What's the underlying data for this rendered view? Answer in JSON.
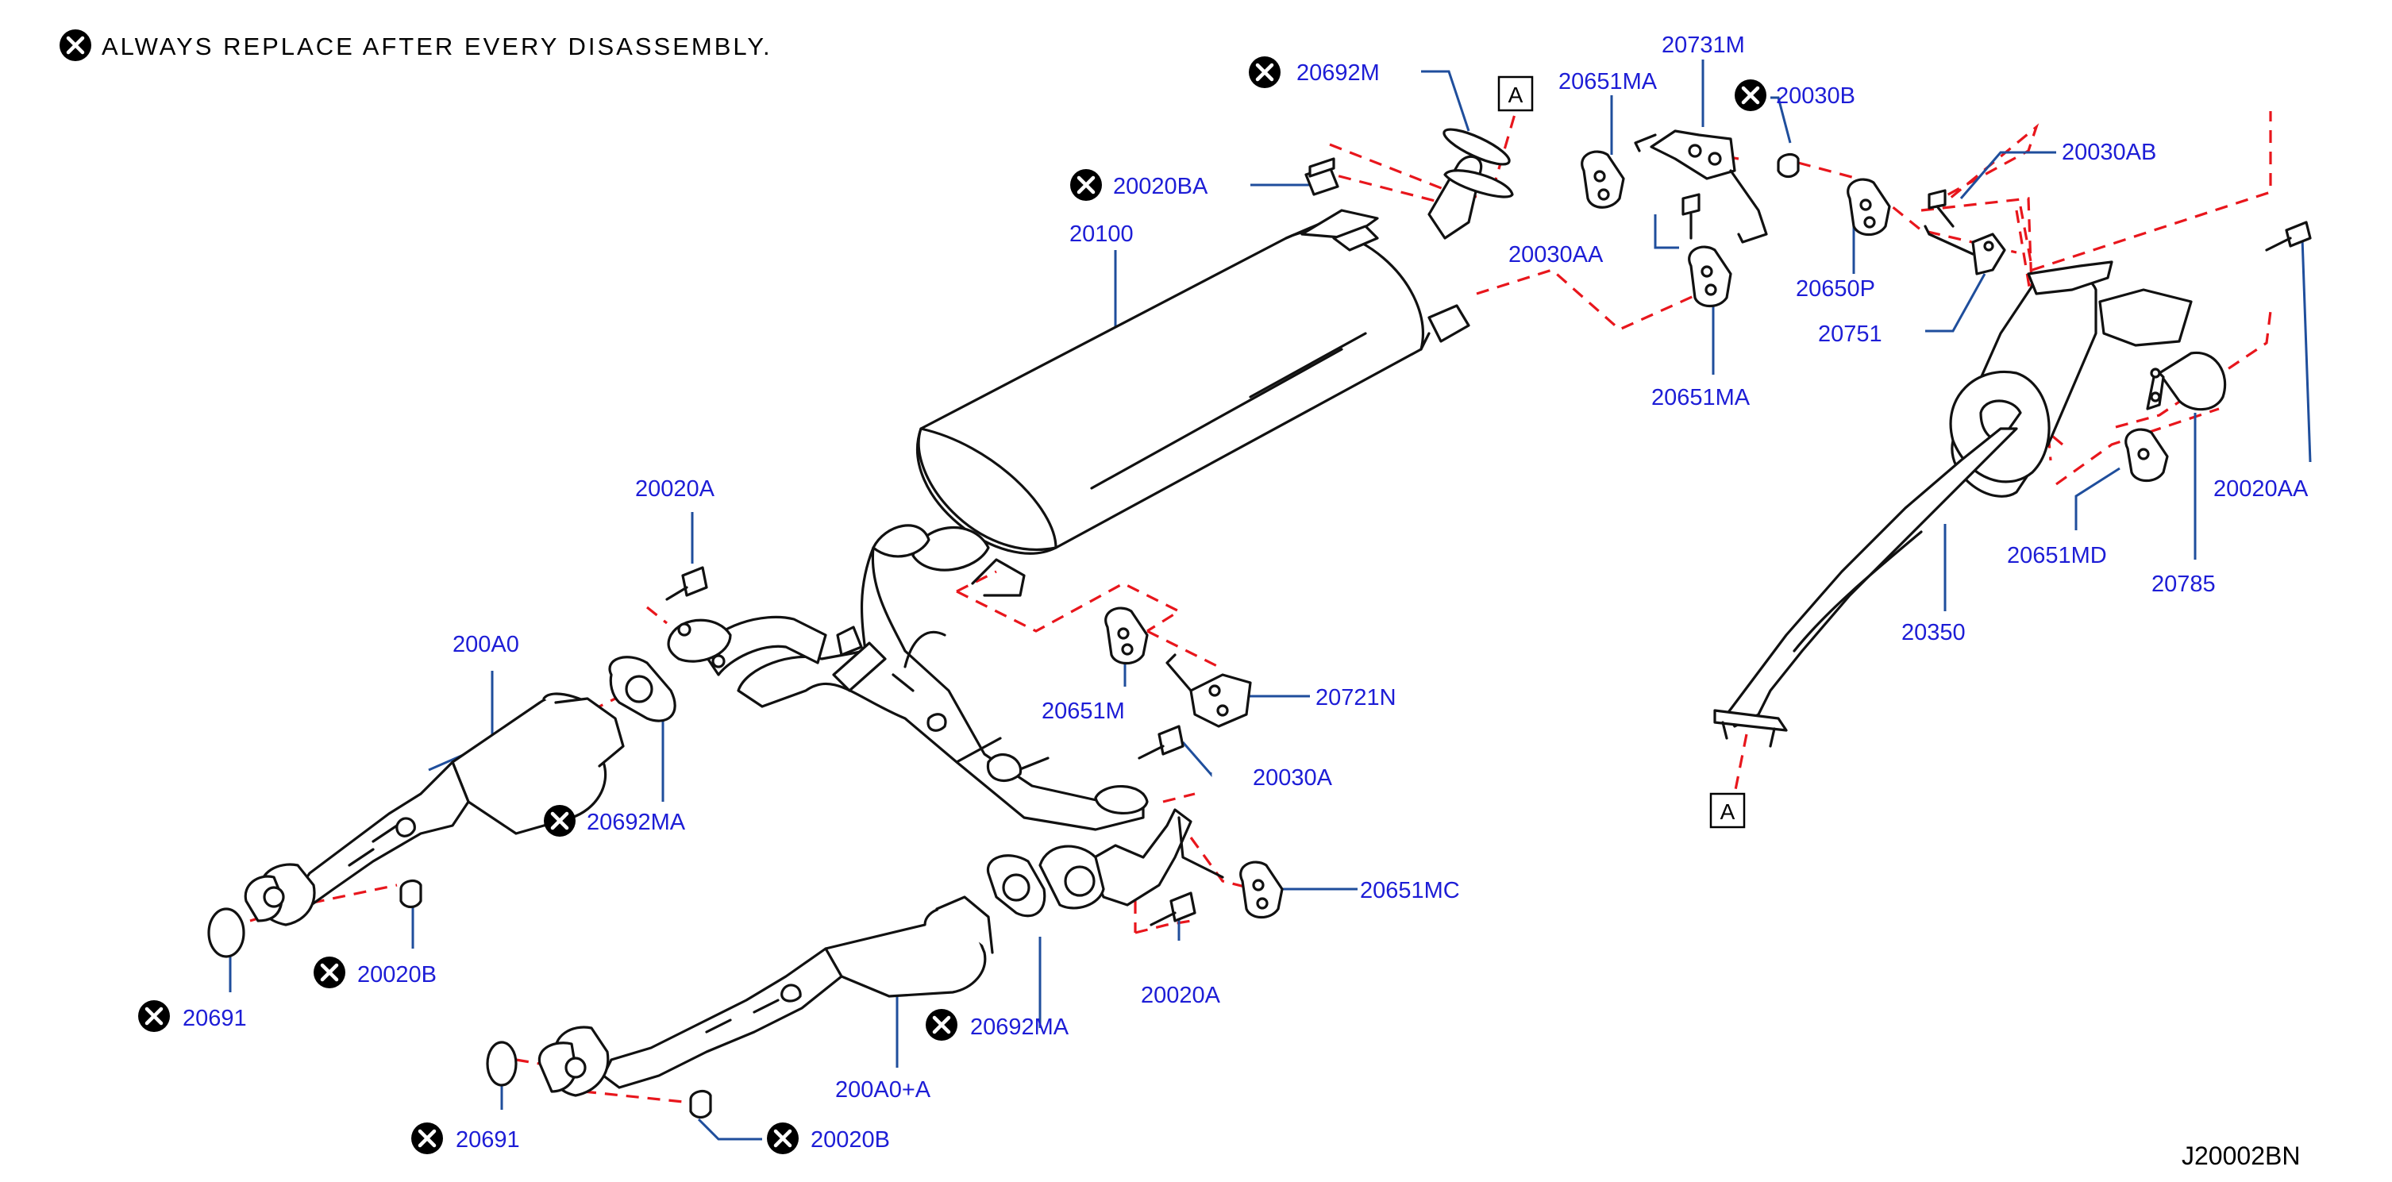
{
  "note": {
    "text": "ALWAYS  REPLACE  AFTER  EVERY  DISASSEMBLY."
  },
  "diagram_code": "J20002BN",
  "ref_marker": "A",
  "labels": {
    "p20692M": "20692M",
    "p20020BA": "20020BA",
    "p20100": "20100",
    "p20651MA_top": "20651MA",
    "p20731M": "20731M",
    "p20030B": "20030B",
    "p20030AB": "20030AB",
    "p20030AA": "20030AA",
    "p20650P": "20650P",
    "p20751": "20751",
    "p20651MA_bottom": "20651MA",
    "p20020AA": "20020AA",
    "p20651MD": "20651MD",
    "p20785": "20785",
    "p20350": "20350",
    "p20020A_top": "20020A",
    "p200A0": "200A0",
    "p20651M": "20651M",
    "p20721N": "20721N",
    "p20030A": "20030A",
    "p20692MA_left": "20692MA",
    "p20651MC": "20651MC",
    "p20020B_left": "20020B",
    "p20020A_bottom": "20020A",
    "p20691_left": "20691",
    "p20692MA_bottom": "20692MA",
    "p200A0A": "200A0+A",
    "p20691_bottom": "20691",
    "p20020B_bottom": "20020B"
  },
  "colors": {
    "label": "#1d1dd6",
    "leader": "#1f4e9c",
    "dashed_link": "#e8161c",
    "parts": "#111111"
  },
  "icons": {
    "replace_marker": "circle-x-icon"
  }
}
